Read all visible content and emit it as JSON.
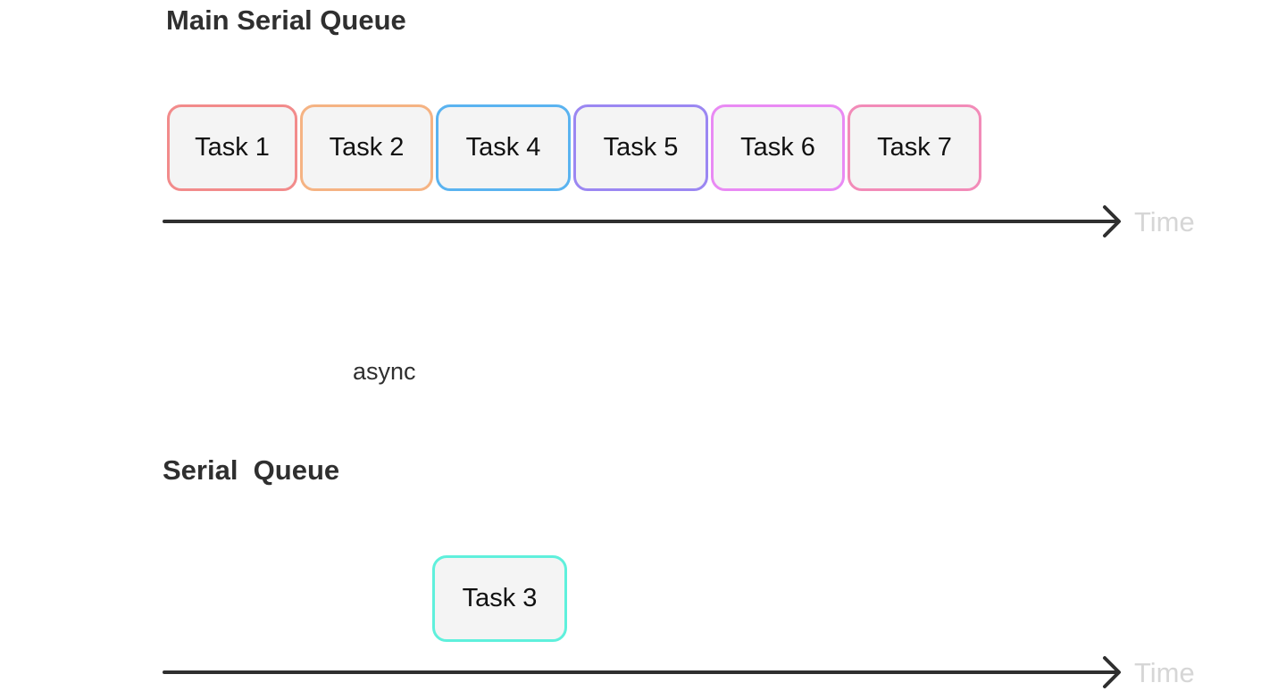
{
  "main_queue": {
    "title": "Main Serial Queue",
    "time_label": "Time",
    "tasks": [
      {
        "label": "Task 1",
        "color": "#f28b8b"
      },
      {
        "label": "Task 2",
        "color": "#f5b383"
      },
      {
        "label": "Task 4",
        "color": "#5ab3f0"
      },
      {
        "label": "Task 5",
        "color": "#9b87f2"
      },
      {
        "label": "Task 6",
        "color": "#e98af4"
      },
      {
        "label": "Task 7",
        "color": "#f28bb8"
      }
    ]
  },
  "serial_queue": {
    "title": "Serial  Queue",
    "time_label": "Time",
    "tasks": [
      {
        "label": "Task 3",
        "color": "#5ff0dc"
      }
    ]
  },
  "connector": {
    "label": "async",
    "color_start": "#f5b383",
    "color_end": "#5ff0dc"
  },
  "colors": {
    "axis": "#2f2f2f",
    "time_label": "#d6d6d6",
    "task_fill": "#f4f4f4"
  }
}
